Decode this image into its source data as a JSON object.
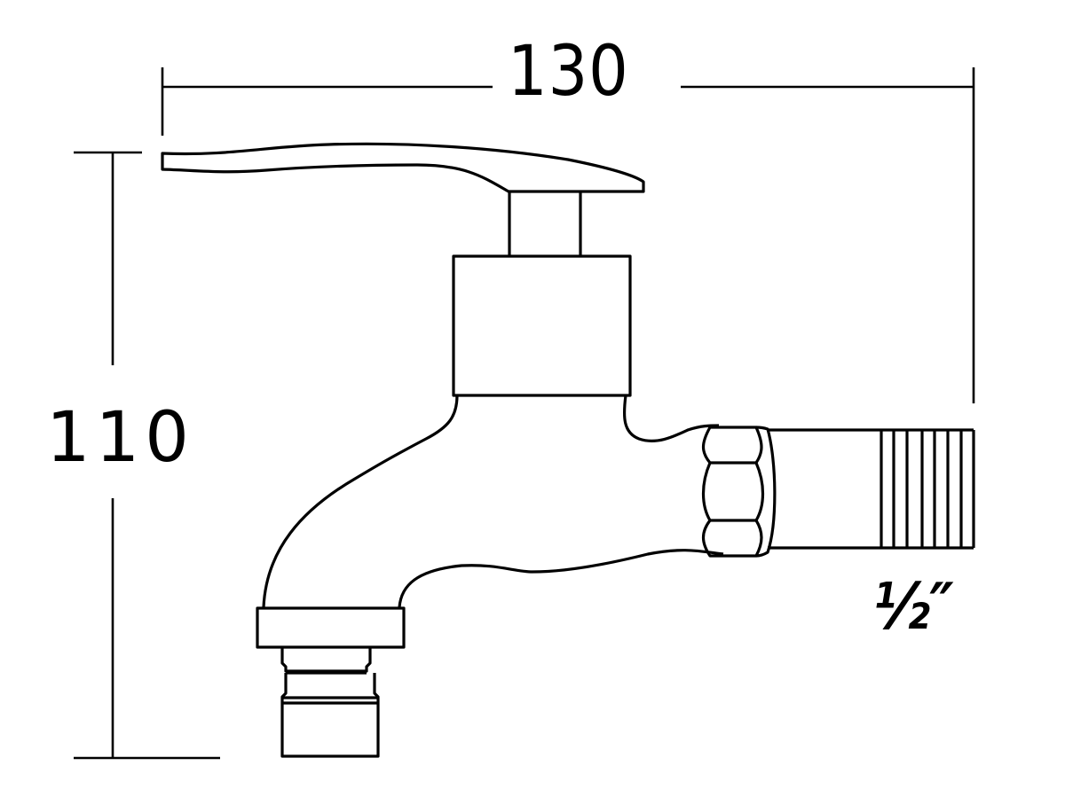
{
  "diagram": {
    "type": "technical-drawing",
    "subject": "bib tap / wall faucet side elevation",
    "stroke_color": "#000000",
    "background_color": "#ffffff",
    "dimensions": {
      "width": {
        "label": "130",
        "orientation": "horizontal"
      },
      "height": {
        "label": "110",
        "orientation": "vertical"
      },
      "thread": {
        "label": "½″"
      }
    },
    "parts": [
      "lever-handle",
      "handle-stem",
      "valve-body",
      "spout",
      "spout-collar",
      "aerator-outlet",
      "hex-nut",
      "threaded-inlet"
    ]
  }
}
